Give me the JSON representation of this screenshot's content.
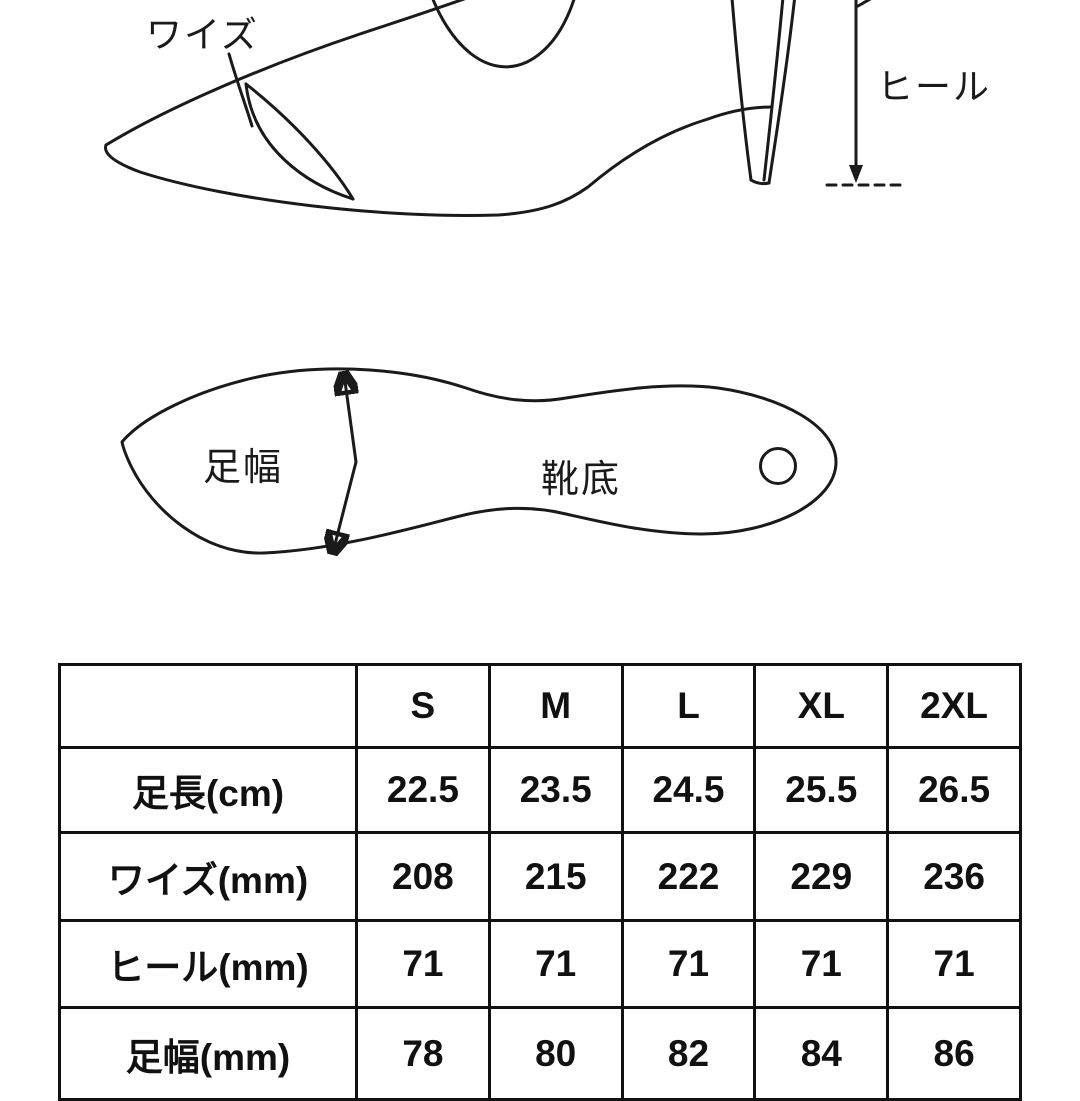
{
  "labels": {
    "girth": "ワイズ",
    "heel": "ヒール",
    "foot_width": "足幅",
    "sole": "靴底"
  },
  "chart_data": {
    "type": "table",
    "columns": [
      "S",
      "M",
      "L",
      "XL",
      "2XL"
    ],
    "rows": [
      {
        "label": "足長(cm)",
        "values": [
          "22.5",
          "23.5",
          "24.5",
          "25.5",
          "26.5"
        ]
      },
      {
        "label": "ワイズ(mm)",
        "values": [
          "208",
          "215",
          "222",
          "229",
          "236"
        ]
      },
      {
        "label": "ヒール(mm)",
        "values": [
          "71",
          "71",
          "71",
          "71",
          "71"
        ]
      },
      {
        "label": "足幅(mm)",
        "values": [
          "78",
          "80",
          "82",
          "84",
          "86"
        ]
      }
    ]
  },
  "colors": {
    "line": "#1a1a1a",
    "text": "#111111",
    "background": "#ffffff"
  }
}
